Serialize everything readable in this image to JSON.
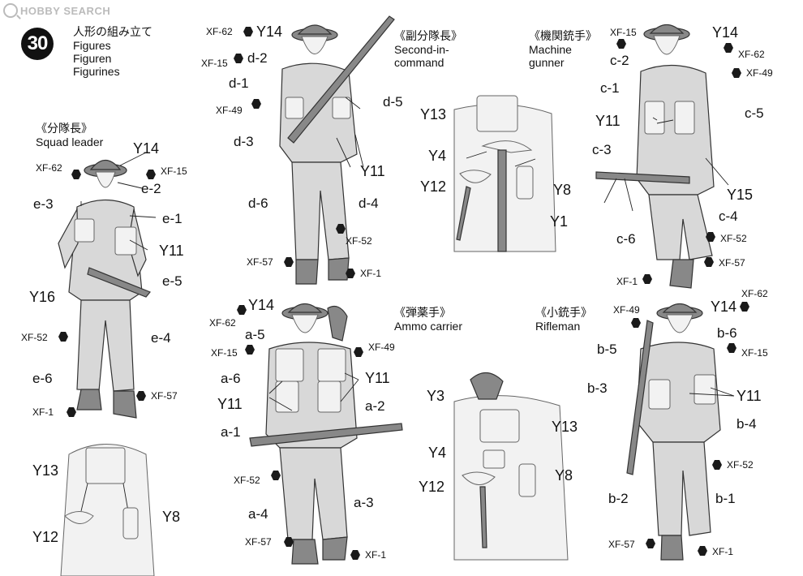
{
  "watermark": "HOBBY SEARCH",
  "step": {
    "number": "30",
    "title_jp": "人形の組み立て",
    "title_en": "Figures",
    "title_de": "Figuren",
    "title_fr": "Figurines"
  },
  "sections": {
    "squad_leader": {
      "jp": "《分隊長》",
      "en": "Squad leader"
    },
    "second_in_command": {
      "jp": "《副分隊長》",
      "en1": "Second-in-",
      "en2": "command"
    },
    "machine_gunner": {
      "jp": "《機関銃手》",
      "en1": "Machine",
      "en2": "gunner"
    },
    "ammo_carrier": {
      "jp": "《弾薬手》",
      "en": "Ammo carrier"
    },
    "rifleman": {
      "jp": "《小銃手》",
      "en": "Rifleman"
    }
  },
  "labels": {
    "sl_y14": "Y14",
    "sl_xf62": "XF-62",
    "sl_xf15": "XF-15",
    "sl_e2": "e-2",
    "sl_e3": "e-3",
    "sl_e1": "e-1",
    "sl_y11": "Y11",
    "sl_y16": "Y16",
    "sl_e5": "e-5",
    "sl_xf52": "XF-52",
    "sl_e4": "e-4",
    "sl_e6": "e-6",
    "sl_xf57": "XF-57",
    "sl_xf1": "XF-1",
    "slb_y13": "Y13",
    "slb_y8": "Y8",
    "slb_y12": "Y12",
    "sc_xf62": "XF-62",
    "sc_y14": "Y14",
    "sc_xf15": "XF-15",
    "sc_d2": "d-2",
    "sc_d1": "d-1",
    "sc_xf49": "XF-49",
    "sc_d5": "d-5",
    "sc_d3": "d-3",
    "sc_y11": "Y11",
    "sc_d6": "d-6",
    "sc_d4": "d-4",
    "sc_xf52": "XF-52",
    "sc_xf57": "XF-57",
    "sc_xf1": "XF-1",
    "scb_y13": "Y13",
    "scb_y4": "Y4",
    "scb_y12": "Y12",
    "scb_y8": "Y8",
    "scb_y1": "Y1",
    "mg_xf15": "XF-15",
    "mg_y14": "Y14",
    "mg_c2": "c-2",
    "mg_xf62": "XF-62",
    "mg_xf49": "XF-49",
    "mg_c1": "c-1",
    "mg_c5": "c-5",
    "mg_y11": "Y11",
    "mg_c3": "c-3",
    "mg_y15": "Y15",
    "mg_c4": "c-4",
    "mg_c6": "c-6",
    "mg_xf52": "XF-52",
    "mg_xf57": "XF-57",
    "mg_xf1": "XF-1",
    "ac_y14": "Y14",
    "ac_xf62": "XF-62",
    "ac_a5": "a-5",
    "ac_xf49": "XF-49",
    "ac_xf15": "XF-15",
    "ac_a6": "a-6",
    "ac_y11a": "Y11",
    "ac_y11b": "Y11",
    "ac_a2": "a-2",
    "ac_a1": "a-1",
    "ac_xf52": "XF-52",
    "ac_a3": "a-3",
    "ac_a4": "a-4",
    "ac_xf57": "XF-57",
    "ac_xf1": "XF-1",
    "acb_y3": "Y3",
    "acb_y13": "Y13",
    "acb_y4": "Y4",
    "acb_y8": "Y8",
    "acb_y12": "Y12",
    "rf_xf62": "XF-62",
    "rf_xf49": "XF-49",
    "rf_y14": "Y14",
    "rf_b6": "b-6",
    "rf_b5": "b-5",
    "rf_xf15": "XF-15",
    "rf_b3": "b-3",
    "rf_y11": "Y11",
    "rf_b4": "b-4",
    "rf_xf52": "XF-52",
    "rf_b2": "b-2",
    "rf_b1": "b-1",
    "rf_xf57": "XF-57",
    "rf_xf1": "XF-1"
  }
}
